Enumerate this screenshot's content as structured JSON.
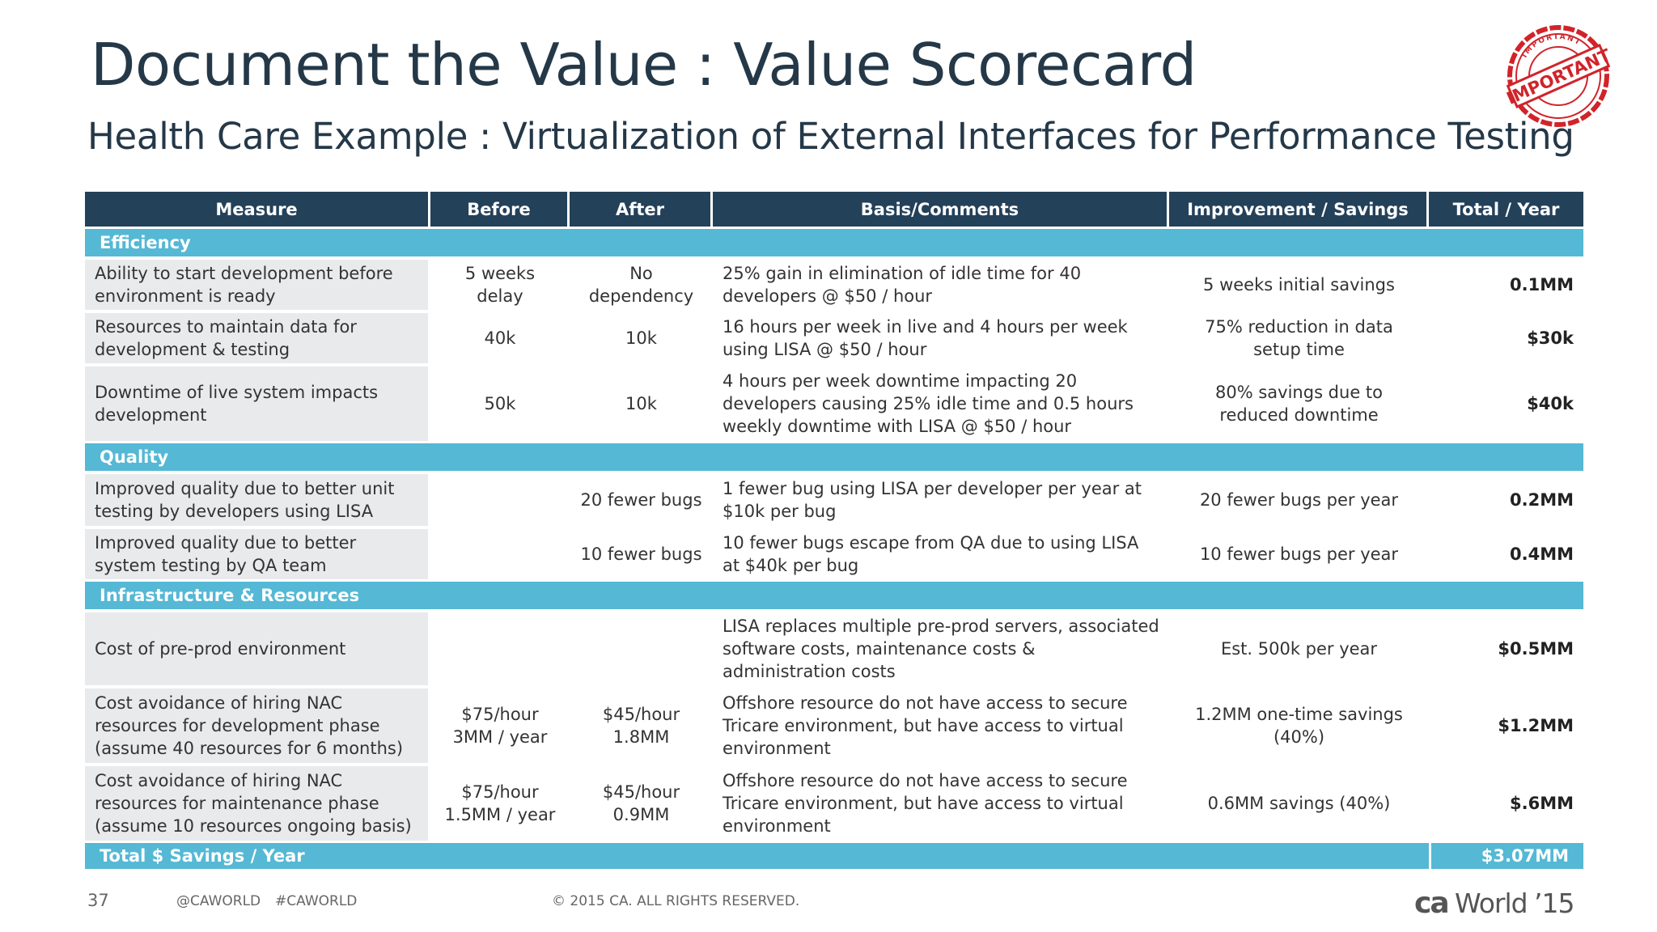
{
  "slide": {
    "title": "Document the Value : Value Scorecard",
    "subtitle": "Health Care Example : Virtualization of External Interfaces for Performance Testing",
    "stamp": {
      "icon": "important-stamp-icon",
      "main_text": "IMPORTANT",
      "ring_text": "IMPORTANT",
      "color": "#d0242a"
    }
  },
  "table": {
    "headers": [
      "Measure",
      "Before",
      "After",
      "Basis/Comments",
      "Improvement / Savings",
      "Total / Year"
    ],
    "sections": [
      {
        "name": "Efficiency",
        "rows": [
          {
            "measure": "Ability to start development before environment is ready",
            "before": "5 weeks delay",
            "after": "No dependency",
            "basis": "25% gain in elimination of idle time for 40 developers @ $50 / hour",
            "improvement": "5 weeks initial savings",
            "total": "0.1MM"
          },
          {
            "measure": "Resources to maintain data for development & testing",
            "before": "40k",
            "after": "10k",
            "basis": "16 hours per week in live and 4 hours per week using LISA @ $50 / hour",
            "improvement": "75% reduction in data setup time",
            "total": "$30k"
          },
          {
            "measure": "Downtime of live system impacts development",
            "before": "50k",
            "after": "10k",
            "basis": "4 hours per week downtime impacting 20 developers causing 25% idle time and 0.5 hours weekly downtime with LISA @ $50 / hour",
            "improvement": "80% savings due to reduced downtime",
            "total": "$40k"
          }
        ]
      },
      {
        "name": "Quality",
        "rows": [
          {
            "measure": "Improved quality due to better unit testing by developers using LISA",
            "before": "",
            "after": "20 fewer bugs",
            "basis": "1 fewer bug using LISA per developer per year at $10k per bug",
            "improvement": "20 fewer bugs per year",
            "total": "0.2MM"
          },
          {
            "measure": "Improved quality due to better system testing by QA team",
            "before": "",
            "after": "10 fewer bugs",
            "basis": "10 fewer bugs escape from QA due to using LISA at $40k per bug",
            "improvement": "10 fewer bugs per year",
            "total": "0.4MM"
          }
        ]
      },
      {
        "name": "Infrastructure & Resources",
        "rows": [
          {
            "measure": "Cost of pre-prod environment",
            "before": "",
            "after": "",
            "basis": "LISA replaces multiple pre-prod servers, associated software costs, maintenance costs & administration costs",
            "improvement": "Est. 500k per year",
            "total": "$0.5MM"
          },
          {
            "measure": "Cost avoidance of hiring NAC resources for development phase (assume 40 resources for 6 months)",
            "before": "$75/hour 3MM / year",
            "after": "$45/hour 1.8MM",
            "basis": "Offshore resource do not have access to secure Tricare environment, but have access to virtual environment",
            "improvement": "1.2MM one-time savings (40%)",
            "total": "$1.2MM"
          },
          {
            "measure": "Cost avoidance of hiring NAC resources for maintenance phase (assume 10 resources ongoing basis)",
            "before": "$75/hour 1.5MM / year",
            "after": "$45/hour 0.9MM",
            "basis": "Offshore resource do not have access to secure Tricare environment, but have access to virtual environment",
            "improvement": "0.6MM savings (40%)",
            "total": "$.6MM"
          }
        ]
      }
    ],
    "grand_total": {
      "label": "Total $ Savings / Year",
      "value": "$3.07MM"
    }
  },
  "footer": {
    "page_number": "37",
    "social_1": "@CAWORLD",
    "social_2": "#CAWORLD",
    "copyright": "© 2015 CA. ALL RIGHTS RESERVED.",
    "logo": {
      "icon": "ca-world-logo-icon",
      "ca": "ca",
      "world": "World",
      "year": "’15",
      "color": "#555555"
    }
  },
  "colors": {
    "header_bg": "#24415a",
    "section_bg": "#55b8d5",
    "measure_bg": "#e8eaeb",
    "title": "#243848"
  }
}
